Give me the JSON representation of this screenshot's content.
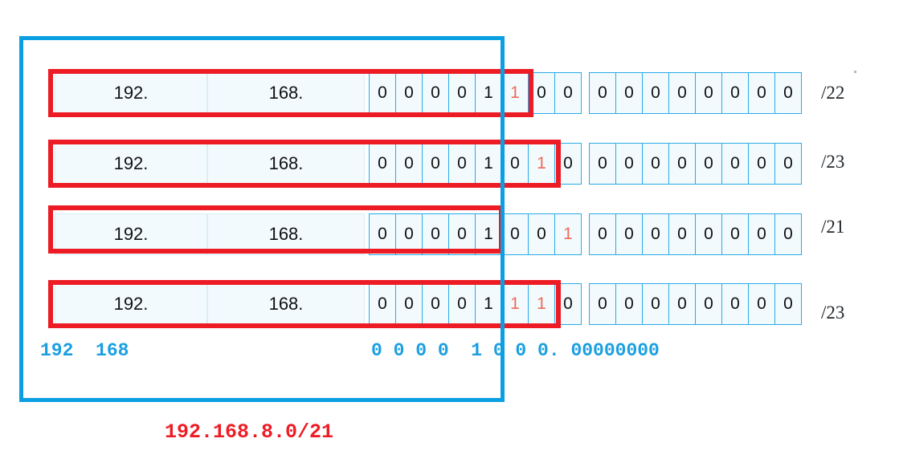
{
  "diagram": {
    "title_caption": "192.168.8.0/21",
    "summary_left": "192  168",
    "summary_right": "0 0 0 0  1 0 0 0. 00000000",
    "colors": {
      "blue_accent": "#0a9ee2",
      "cell_border": "#29abe6",
      "cell_fill": "#f2fafd",
      "red_box": "#ec1b24",
      "red_bit": "#ef6a5a",
      "red_caption": "#ee1c25",
      "text": "#111111"
    },
    "rows": [
      {
        "octet1": "192.",
        "octet2": "168.",
        "third_octet_bits": [
          "0",
          "0",
          "0",
          "0",
          "1",
          "1",
          "0",
          "0"
        ],
        "third_octet_highlight": [
          false,
          false,
          false,
          false,
          false,
          true,
          false,
          false
        ],
        "fourth_octet_bits": [
          "0",
          "0",
          "0",
          "0",
          "0",
          "0",
          "0",
          "0"
        ],
        "cidr": "/22"
      },
      {
        "octet1": "192.",
        "octet2": "168.",
        "third_octet_bits": [
          "0",
          "0",
          "0",
          "0",
          "1",
          "0",
          "1",
          "0"
        ],
        "third_octet_highlight": [
          false,
          false,
          false,
          false,
          false,
          false,
          true,
          false
        ],
        "fourth_octet_bits": [
          "0",
          "0",
          "0",
          "0",
          "0",
          "0",
          "0",
          "0"
        ],
        "cidr": "/23"
      },
      {
        "octet1": "192.",
        "octet2": "168.",
        "third_octet_bits": [
          "0",
          "0",
          "0",
          "0",
          "1",
          "0",
          "0",
          "1"
        ],
        "third_octet_highlight": [
          false,
          false,
          false,
          false,
          false,
          false,
          false,
          true
        ],
        "fourth_octet_bits": [
          "0",
          "0",
          "0",
          "0",
          "0",
          "0",
          "0",
          "0"
        ],
        "cidr": "/21"
      },
      {
        "octet1": "192.",
        "octet2": "168.",
        "third_octet_bits": [
          "0",
          "0",
          "0",
          "0",
          "1",
          "1",
          "1",
          "0"
        ],
        "third_octet_highlight": [
          false,
          false,
          false,
          false,
          false,
          true,
          true,
          false
        ],
        "fourth_octet_bits": [
          "0",
          "0",
          "0",
          "0",
          "0",
          "0",
          "0",
          "0"
        ],
        "cidr": "/23"
      }
    ]
  }
}
